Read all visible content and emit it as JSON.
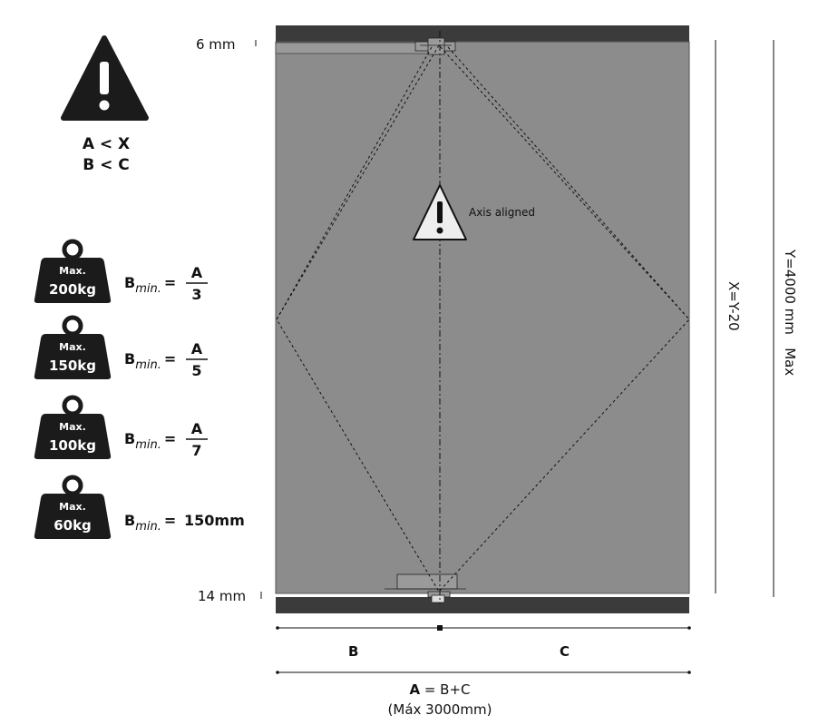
{
  "warning": {
    "line1": "A < X",
    "line2": "B < C"
  },
  "panel": {
    "axis_note": "Axis aligned"
  },
  "dimensions": {
    "top_gap": "6 mm",
    "bottom_gap": "14 mm",
    "height_x": "X=Y-20",
    "height_y": "Y=4000 mm   Max",
    "b_label": "B",
    "c_label": "C",
    "a_bold": "A",
    "a_rest": " = B+C",
    "a_max": "(Máx 3000mm)"
  },
  "weights": [
    {
      "max": "Max.",
      "load": "200kg",
      "b": "B",
      "sub": "min.",
      "eq": "=",
      "num": "A",
      "den": "3"
    },
    {
      "max": "Max.",
      "load": "150kg",
      "b": "B",
      "sub": "min.",
      "eq": "=",
      "num": "A",
      "den": "5"
    },
    {
      "max": "Max.",
      "load": "100kg",
      "b": "B",
      "sub": "min.",
      "eq": "=",
      "num": "A",
      "den": "7"
    },
    {
      "max": "Max.",
      "load": "60kg",
      "b": "B",
      "sub": "min.",
      "eq": "=",
      "value": "150mm"
    }
  ],
  "colors": {
    "panel": "#8c8c8c",
    "rail": "#3b3b3b",
    "icon": "#1b1b1b"
  }
}
